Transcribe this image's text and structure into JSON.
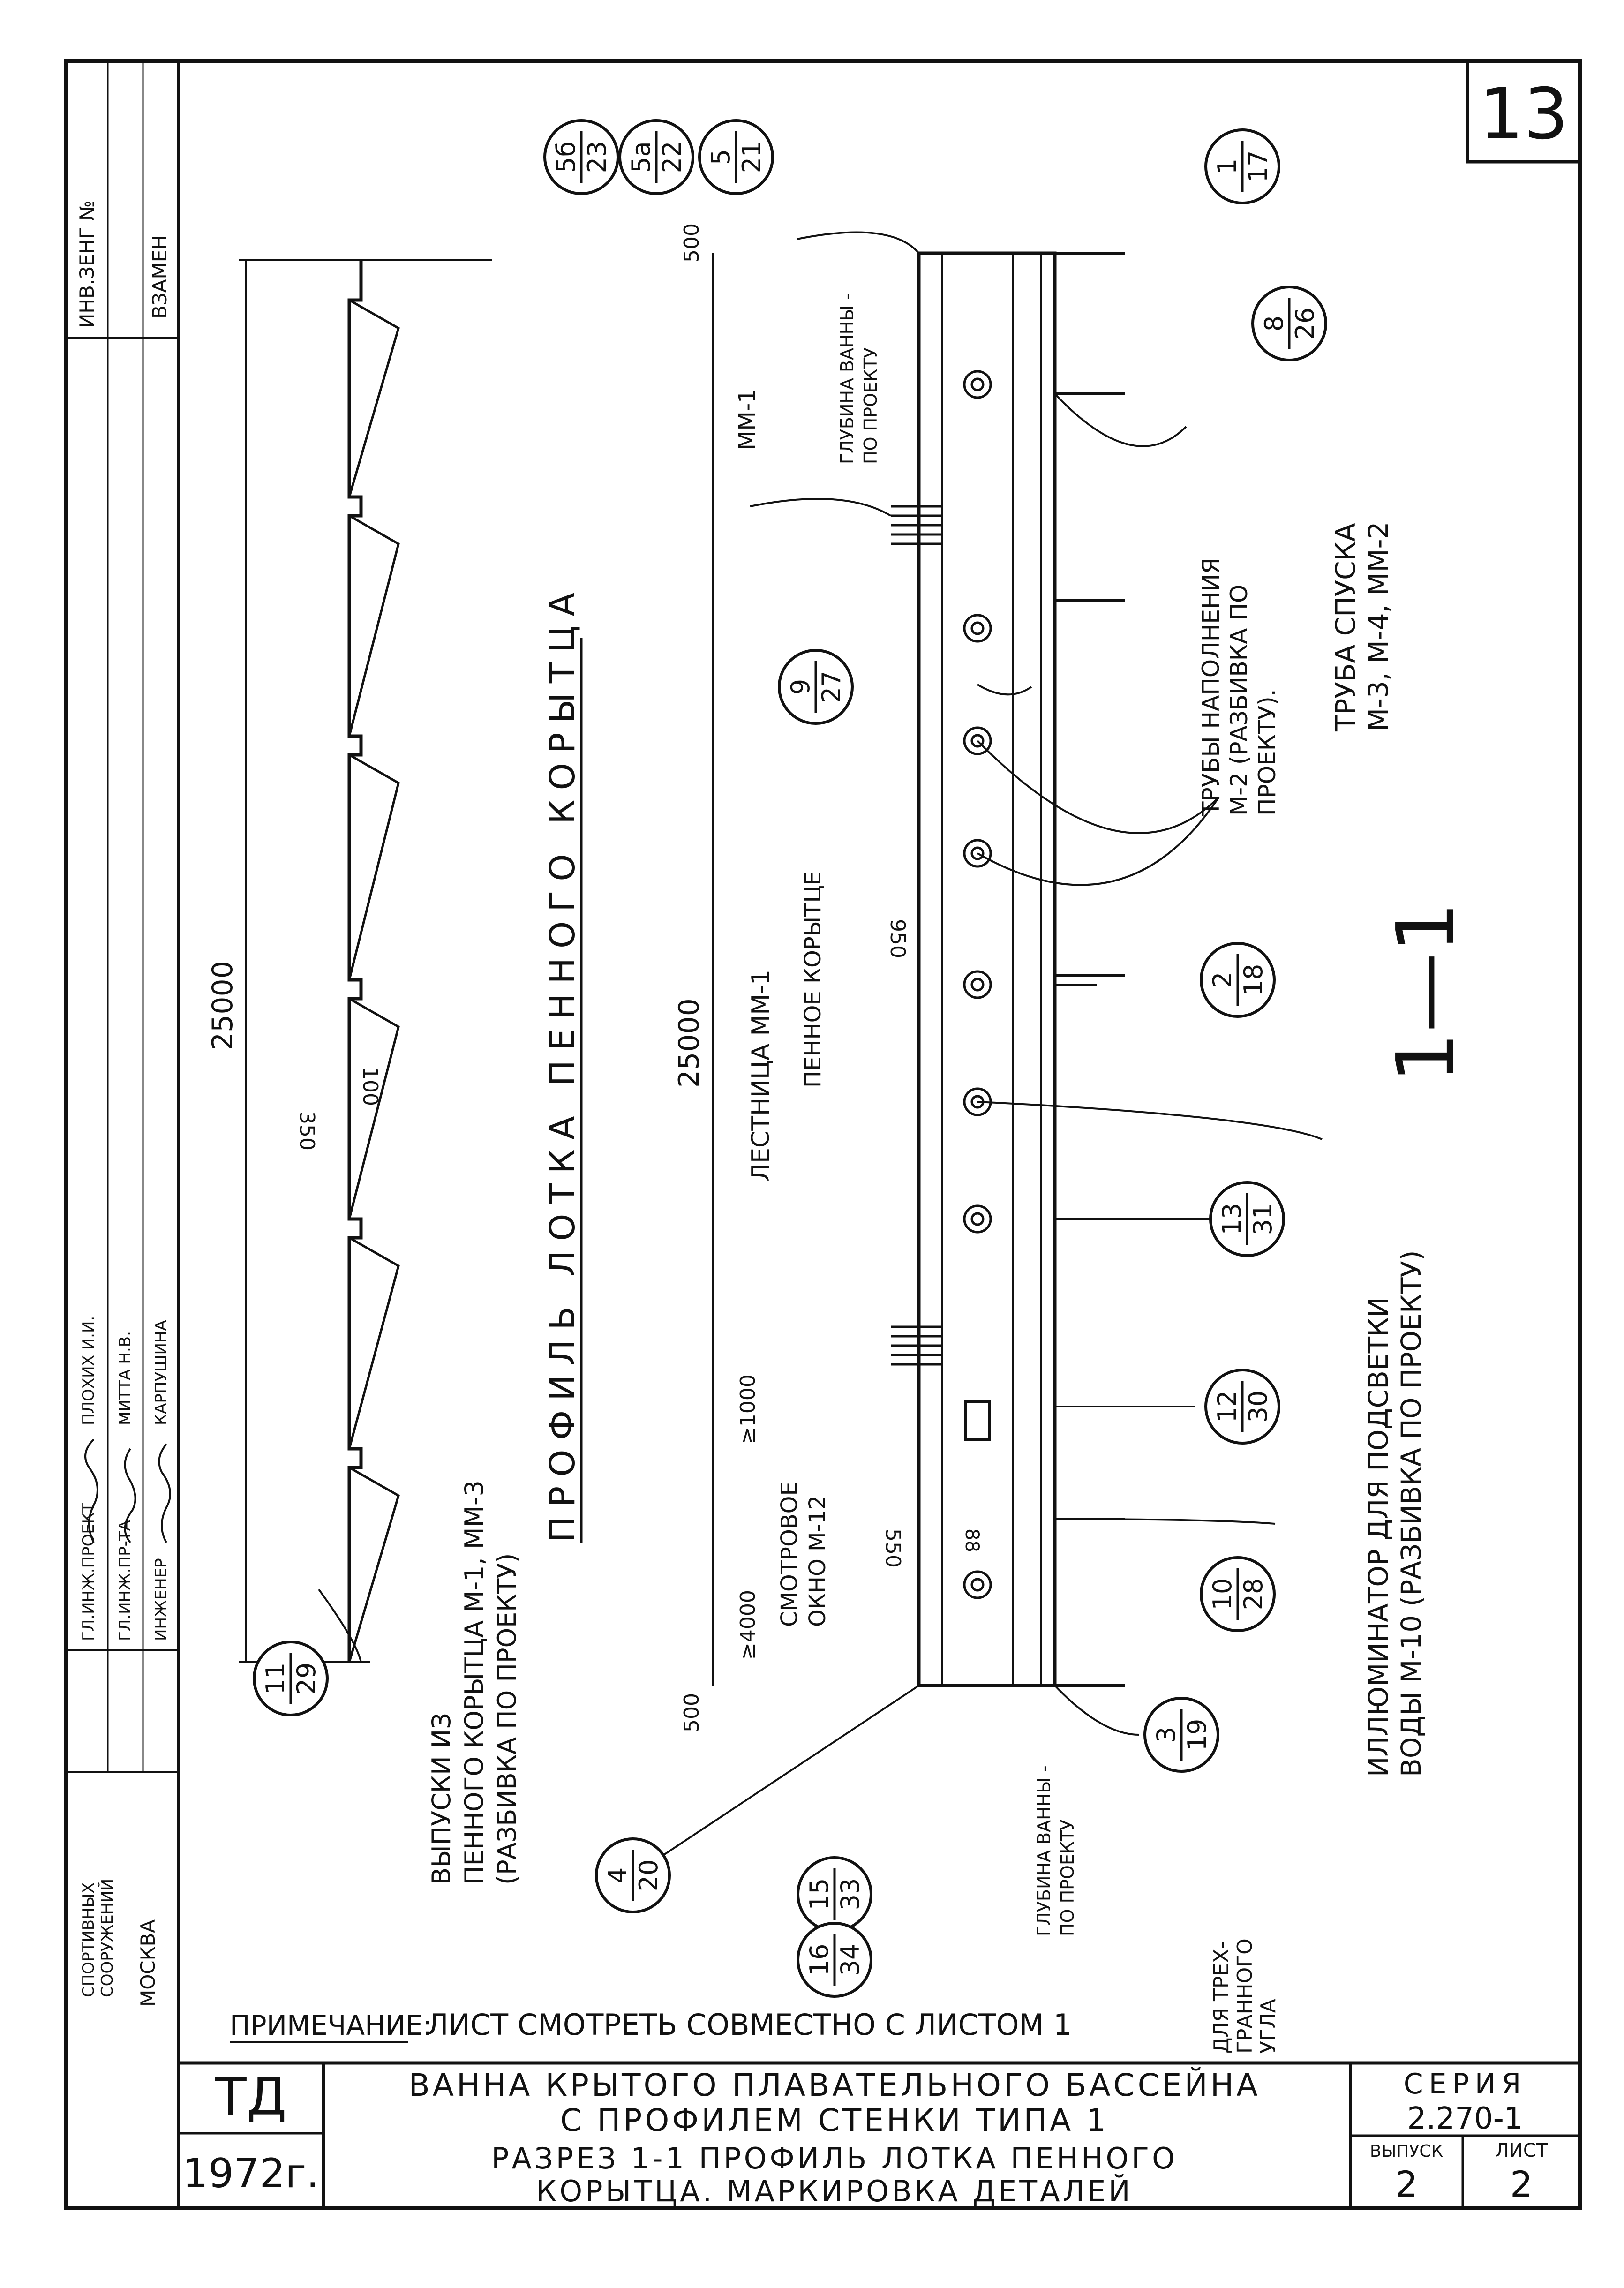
{
  "sheet_number": "13",
  "stamp": {
    "org_rows": [
      "ГЛ.ИНЖ.ПРОЕКТ",
      "ГЛ.ИНЖ.ПР-ТА",
      "ИНЖЕНЕР"
    ],
    "names": [
      "ПЛОХИХ И.И.",
      "МИТТА Н.В.",
      "КАРПУШИНА"
    ],
    "dept": [
      "СПОРТИВНЫХ",
      "СООРУЖЕНИЙ"
    ],
    "city": "МОСКВА",
    "inv": "ИНВ.ЗЕНГ №",
    "replace": "ВЗАМЕН"
  },
  "drawings": {
    "profile_title": "ПРОФИЛЬ ЛОТКА ПЕННОГО КОРЫТЦА",
    "section_label": "1—1",
    "dims": {
      "profile_length": "25000",
      "section_length": "25000",
      "d350": "350",
      "d100": "100",
      "d500_top": "500",
      "d500_bottom": "500",
      "d4000": "≥4000",
      "d1000": "≥1000",
      "d950": "950",
      "d550": "550",
      "d88": "88"
    },
    "labels": {
      "depth_top": [
        "ГЛУБИНА ВАННЫ -",
        "ПО ПРОЕКТУ"
      ],
      "depth_bottom": [
        "ГЛУБИНА ВАННЫ -",
        "ПО ПРОЕКТУ"
      ],
      "mm1": "ММ-1",
      "ladder": "ЛЕСТНИЦА ММ-1",
      "foam": "ПЕННОЕ КОРЫТЦЕ",
      "window": [
        "СМОТРОВОЕ",
        "ОКНО М-12"
      ],
      "fill_pipes": [
        "ТРУБЫ НАПОЛНЕНИЯ",
        "М-2 (РАЗБИВКА ПО",
        "ПРОЕКТУ)."
      ],
      "drain_pipe": [
        "ТРУБА СПУСКА",
        "М-3, М-4, ММ-2"
      ],
      "illuminator": [
        "ИЛЛЮМИНАТОР ДЛЯ ПОДСВЕТКИ",
        "ВОДЫ М-10 (РАЗБИВКА ПО ПРОЕКТУ)"
      ],
      "outlets": [
        "ВЫПУСКИ ИЗ",
        "ПЕННОГО КОРЫТЦА М-1, ММ-3",
        "(РАЗБИВКА ПО ПРОЕКТУ)"
      ],
      "triangle": [
        "ДЛЯ ТРЕХ-",
        "ГРАННОГО",
        "УГЛА"
      ]
    },
    "callouts": [
      {
        "top": "5б",
        "bottom": "23"
      },
      {
        "top": "5а",
        "bottom": "22"
      },
      {
        "top": "5",
        "bottom": "21"
      },
      {
        "top": "1",
        "bottom": "17"
      },
      {
        "top": "8",
        "bottom": "26"
      },
      {
        "top": "9",
        "bottom": "27"
      },
      {
        "top": "2",
        "bottom": "18"
      },
      {
        "top": "13",
        "bottom": "31"
      },
      {
        "top": "12",
        "bottom": "30"
      },
      {
        "top": "10",
        "bottom": "28"
      },
      {
        "top": "3",
        "bottom": "19"
      },
      {
        "top": "15",
        "bottom": "33"
      },
      {
        "top": "16",
        "bottom": "34"
      },
      {
        "top": "4",
        "bottom": "20"
      },
      {
        "top": "11",
        "bottom": "29"
      }
    ]
  },
  "note": {
    "label": "ПРИМЕЧАНИЕ:",
    "text": "ЛИСТ СМОТРЕТЬ СОВМЕСТНО С ЛИСТОМ 1"
  },
  "title_block": {
    "logo": "ТД",
    "year": "1972г.",
    "title_lines": [
      "ВАННА КРЫТОГО ПЛАВАТЕЛЬНОГО БАССЕЙНА",
      "С ПРОФИЛЕМ СТЕНКИ ТИПА 1",
      "РАЗРЕЗ 1-1 ПРОФИЛЬ ЛОТКА ПЕННОГО",
      "КОРЫТЦА. МАРКИРОВКА ДЕТАЛЕЙ"
    ],
    "series_label": "СЕРИЯ",
    "series": "2.270-1",
    "issue_label": "ВЫПУСК",
    "issue": "2",
    "sheet_label": "ЛИСТ",
    "sheet": "2"
  }
}
